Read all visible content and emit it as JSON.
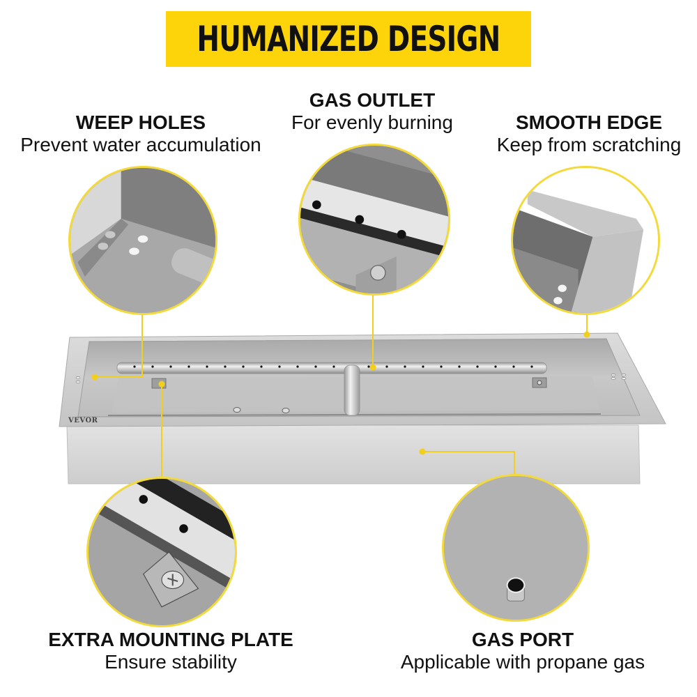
{
  "banner": {
    "title": "HUMANIZED DESIGN",
    "background": "#fdd40a"
  },
  "callouts": [
    {
      "id": "weep-holes",
      "title": "WEEP HOLES",
      "subtitle": "Prevent water accumulation"
    },
    {
      "id": "gas-outlet",
      "title": "GAS OUTLET",
      "subtitle": "For evenly burning"
    },
    {
      "id": "smooth-edge",
      "title": "SMOOTH EDGE",
      "subtitle": "Keep from scratching"
    },
    {
      "id": "extra-mounting-plate",
      "title": "EXTRA MOUNTING PLATE",
      "subtitle": "Ensure stability"
    },
    {
      "id": "gas-port",
      "title": "GAS PORT",
      "subtitle": "Applicable with propane gas"
    }
  ],
  "product": {
    "brand_mark": "VEVOR"
  },
  "colors": {
    "accent": "#f3da3a",
    "leader_line": "#f2cf1d",
    "steel_light": "#d6d6d6",
    "steel_mid": "#b9b9b9",
    "steel_dark": "#8e8e8e"
  }
}
